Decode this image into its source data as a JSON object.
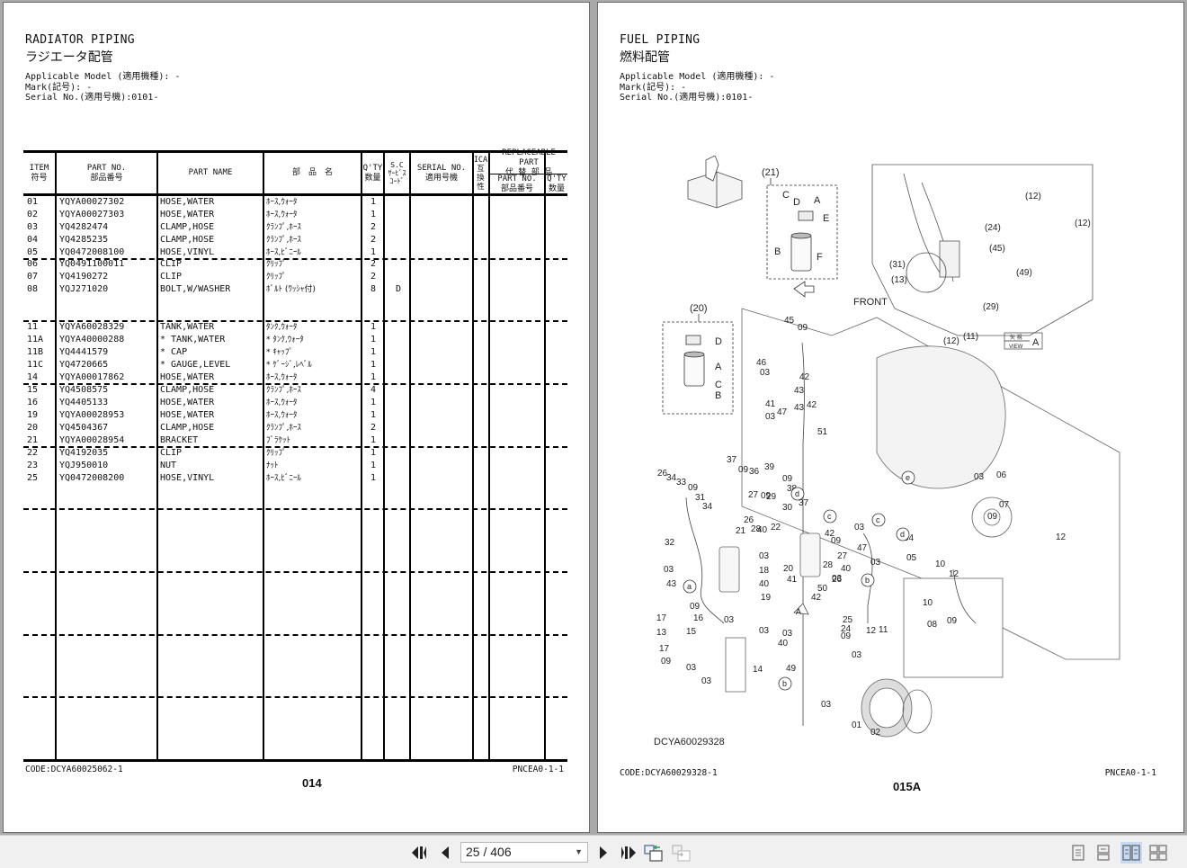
{
  "viewer": {
    "page_indicator": "25 / 406",
    "buttons": {
      "first_page": "first-page",
      "prev_page": "previous-page",
      "next_page": "next-page",
      "last_page": "last-page",
      "back_view": "previous-view",
      "forward_view": "next-view"
    },
    "view_modes": [
      "single-page",
      "continuous",
      "facing",
      "continuous-facing"
    ],
    "active_view_mode": "facing"
  },
  "left_page": {
    "title_en": "RADIATOR PIPING",
    "title_jp": "ラジエータ配管",
    "meta": {
      "model": "Applicable Model (適用機種): -",
      "mark": "Mark(記号): -",
      "serial": "Serial No.(適用号機):0101-"
    },
    "table": {
      "headers": {
        "item": [
          "ITEM",
          "符号"
        ],
        "part_no": [
          "PART NO.",
          "部品番号"
        ],
        "part_name": [
          "PART NAME"
        ],
        "part_name_jp": [
          "部　品　名"
        ],
        "qty": [
          "Q'TY",
          "数量"
        ],
        "sc": [
          "S.C",
          "ｻｰﾋﾞｽ",
          "ｺｰﾄﾞ"
        ],
        "serial": [
          "SERIAL NO.",
          "適用号機"
        ],
        "ica": [
          "ICA",
          "互",
          "換",
          "性"
        ],
        "replaceable": [
          "REPLACEABLE PART",
          "代 替 部 品"
        ],
        "rpl_part_no": [
          "PART NO.",
          "部品番号"
        ],
        "rpl_qty": [
          "Q'TY",
          "数量"
        ]
      },
      "rows": [
        {
          "item": "01",
          "part_no": "YQYA00027302",
          "name": "HOSE,WATER",
          "name_jp": "ﾎｰｽ,ｳｫｰﾀ",
          "qty": "1",
          "sc": ""
        },
        {
          "item": "02",
          "part_no": "YQYA00027303",
          "name": "HOSE,WATER",
          "name_jp": "ﾎｰｽ,ｳｫｰﾀ",
          "qty": "1",
          "sc": ""
        },
        {
          "item": "03",
          "part_no": "YQ4282474",
          "name": "CLAMP,HOSE",
          "name_jp": "ｸﾗﾝﾌﾟ,ﾎｰｽ",
          "qty": "2",
          "sc": ""
        },
        {
          "item": "04",
          "part_no": "YQ4285235",
          "name": "CLAMP,HOSE",
          "name_jp": "ｸﾗﾝﾌﾟ,ﾎｰｽ",
          "qty": "2",
          "sc": ""
        },
        {
          "item": "05",
          "part_no": "YQ0472008100",
          "name": "HOSE,VINYL",
          "name_jp": "ﾎｰｽ,ﾋﾞﾆｰﾙ",
          "qty": "1",
          "sc": ""
        },
        {
          "item": "06",
          "part_no": "YQ0491100011",
          "name": "CLIP",
          "name_jp": "ｸﾘｯﾌﾟ",
          "qty": "2",
          "sc": ""
        },
        {
          "item": "07",
          "part_no": "YQ4190272",
          "name": "CLIP",
          "name_jp": "ｸﾘｯﾌﾟ",
          "qty": "2",
          "sc": ""
        },
        {
          "item": "08",
          "part_no": "YQJ271020",
          "name": "BOLT,W/WASHER",
          "name_jp": "ﾎﾞﾙﾄ (ﾜｯｼｬ付)",
          "qty": "8",
          "sc": "D"
        },
        {
          "item": "11",
          "part_no": "YQYA60028329",
          "name": "TANK,WATER",
          "name_jp": "ﾀﾝｸ,ｳｫｰﾀ",
          "qty": "1",
          "sc": ""
        },
        {
          "item": "11A",
          "part_no": "YQYA40000288",
          "name": "* TANK,WATER",
          "name_jp": "* ﾀﾝｸ,ｳｫｰﾀ",
          "qty": "1",
          "sc": ""
        },
        {
          "item": "11B",
          "part_no": "YQ4441579",
          "name": "* CAP",
          "name_jp": "* ｷｬｯﾌﾟ",
          "qty": "1",
          "sc": ""
        },
        {
          "item": "11C",
          "part_no": "YQ4720665",
          "name": "* GAUGE,LEVEL",
          "name_jp": "* ｹﾞｰｼﾞ,ﾚﾍﾞﾙ",
          "qty": "1",
          "sc": ""
        },
        {
          "item": "14",
          "part_no": "YQYA00017862",
          "name": "HOSE,WATER",
          "name_jp": "ﾎｰｽ,ｳｫｰﾀ",
          "qty": "1",
          "sc": ""
        },
        {
          "item": "15",
          "part_no": "YQ4508575",
          "name": "CLAMP,HOSE",
          "name_jp": "ｸﾗﾝﾌﾟ,ﾎｰｽ",
          "qty": "4",
          "sc": ""
        },
        {
          "item": "16",
          "part_no": "YQ4405133",
          "name": "HOSE,WATER",
          "name_jp": "ﾎｰｽ,ｳｫｰﾀ",
          "qty": "1",
          "sc": ""
        },
        {
          "item": "19",
          "part_no": "YQYA00028953",
          "name": "HOSE,WATER",
          "name_jp": "ﾎｰｽ,ｳｫｰﾀ",
          "qty": "1",
          "sc": ""
        },
        {
          "item": "20",
          "part_no": "YQ4504367",
          "name": "CLAMP,HOSE",
          "name_jp": "ｸﾗﾝﾌﾟ,ﾎｰｽ",
          "qty": "2",
          "sc": ""
        },
        {
          "item": "21",
          "part_no": "YQYA00028954",
          "name": "BRACKET",
          "name_jp": "ﾌﾞﾗｹｯﾄ",
          "qty": "1",
          "sc": ""
        },
        {
          "item": "22",
          "part_no": "YQ4192035",
          "name": "CLIP",
          "name_jp": "ｸﾘｯﾌﾟ",
          "qty": "1",
          "sc": ""
        },
        {
          "item": "23",
          "part_no": "YQJ950010",
          "name": "NUT",
          "name_jp": "ﾅｯﾄ",
          "qty": "1",
          "sc": ""
        },
        {
          "item": "25",
          "part_no": "YQ0472008200",
          "name": "HOSE,VINYL",
          "name_jp": "ﾎｰｽ,ﾋﾞﾆｰﾙ",
          "qty": "1",
          "sc": ""
        }
      ]
    },
    "footer": {
      "code": "CODE:DCYA60025062-1",
      "pnc": "PNCEA0-1-1",
      "page_number": "014"
    }
  },
  "right_page": {
    "title_en": "FUEL PIPING",
    "title_jp": "燃料配管",
    "meta": {
      "model": "Applicable Model (適用機種): -",
      "mark": "Mark(記号): -",
      "serial": "Serial No.(適用号機):0101-"
    },
    "diagram": {
      "drawing_code": "DCYA60029328",
      "front_label": "FRONT",
      "view_label": "VIEW",
      "view_letter": "A",
      "view_jp": "矢 視",
      "inset_21": {
        "label": "(21)",
        "parts": [
          "A",
          "B",
          "C",
          "D",
          "E",
          "F"
        ]
      },
      "inset_20": {
        "label": "(20)",
        "parts": [
          "A",
          "B",
          "C",
          "D"
        ]
      },
      "view_a_callouts": [
        "(12)",
        "(12)",
        "(24)",
        "(45)",
        "(31)",
        "(13)",
        "(49)",
        "(29)",
        "(12)",
        "(11)"
      ],
      "callouts": [
        "45",
        "09",
        "46",
        "03",
        "42",
        "43",
        "41",
        "03",
        "47",
        "43",
        "42",
        "51",
        "37",
        "09",
        "36",
        "39",
        "09",
        "38",
        "37",
        "26",
        "34",
        "33",
        "09",
        "31",
        "34",
        "27",
        "09",
        "29",
        "30",
        "26",
        "28",
        "32",
        "21",
        "22",
        "40",
        "03",
        "22",
        "43",
        "03",
        "18",
        "20",
        "40",
        "41",
        "42",
        "50",
        "19",
        "09",
        "16",
        "17",
        "13",
        "15",
        "17",
        "09",
        "03",
        "03",
        "14",
        "03",
        "40",
        "49",
        "42",
        "03",
        "09",
        "27",
        "28",
        "26",
        "40",
        "03",
        "25",
        "24",
        "09",
        "12",
        "11",
        "47",
        "03",
        "04",
        "05",
        "12",
        "10",
        "10",
        "08",
        "09",
        "06",
        "07",
        "03",
        "09",
        "12",
        "03",
        "03",
        "01",
        "02"
      ],
      "circle_refs": [
        "a",
        "b",
        "c",
        "d",
        "e"
      ]
    },
    "footer": {
      "code": "CODE:DCYA60029328-1",
      "pnc": "PNCEA0-1-1",
      "page_number": "015A"
    }
  }
}
